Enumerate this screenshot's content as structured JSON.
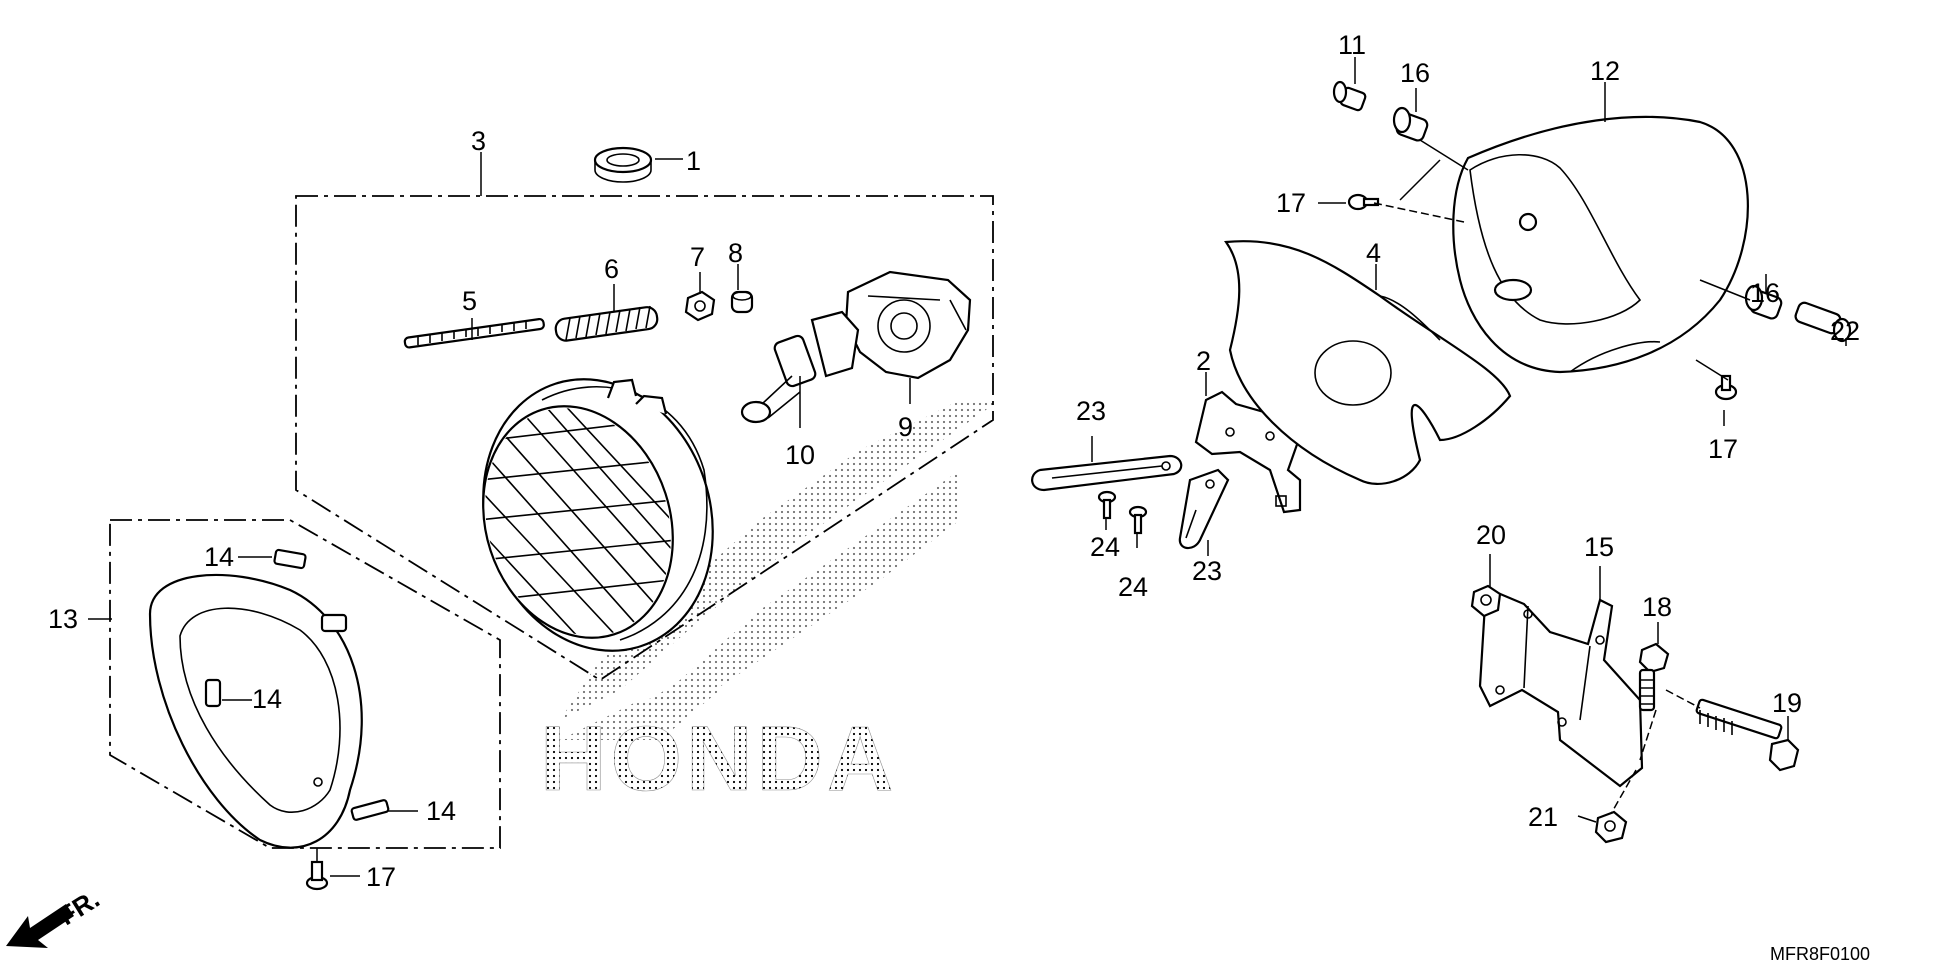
{
  "diagram": {
    "watermark": "HONDA",
    "direction_label": "FR.",
    "drawing_code": "MFR8F0100",
    "callouts": [
      {
        "id": "c1",
        "text": "1"
      },
      {
        "id": "c2",
        "text": "2"
      },
      {
        "id": "c3",
        "text": "3"
      },
      {
        "id": "c4",
        "text": "4"
      },
      {
        "id": "c5",
        "text": "5"
      },
      {
        "id": "c6",
        "text": "6"
      },
      {
        "id": "c7",
        "text": "7"
      },
      {
        "id": "c8",
        "text": "8"
      },
      {
        "id": "c9",
        "text": "9"
      },
      {
        "id": "c10",
        "text": "10"
      },
      {
        "id": "c11",
        "text": "11"
      },
      {
        "id": "c12",
        "text": "12"
      },
      {
        "id": "c13",
        "text": "13"
      },
      {
        "id": "c14a",
        "text": "14"
      },
      {
        "id": "c14b",
        "text": "14"
      },
      {
        "id": "c14c",
        "text": "14"
      },
      {
        "id": "c15",
        "text": "15"
      },
      {
        "id": "c16a",
        "text": "16"
      },
      {
        "id": "c16b",
        "text": "16"
      },
      {
        "id": "c17a",
        "text": "17"
      },
      {
        "id": "c17b",
        "text": "17"
      },
      {
        "id": "c17c",
        "text": "17"
      },
      {
        "id": "c18",
        "text": "18"
      },
      {
        "id": "c19",
        "text": "19"
      },
      {
        "id": "c20",
        "text": "20"
      },
      {
        "id": "c21",
        "text": "21"
      },
      {
        "id": "c22",
        "text": "22"
      },
      {
        "id": "c23a",
        "text": "23"
      },
      {
        "id": "c23b",
        "text": "23"
      },
      {
        "id": "c24a",
        "text": "24"
      },
      {
        "id": "c24b",
        "text": "24"
      }
    ]
  }
}
